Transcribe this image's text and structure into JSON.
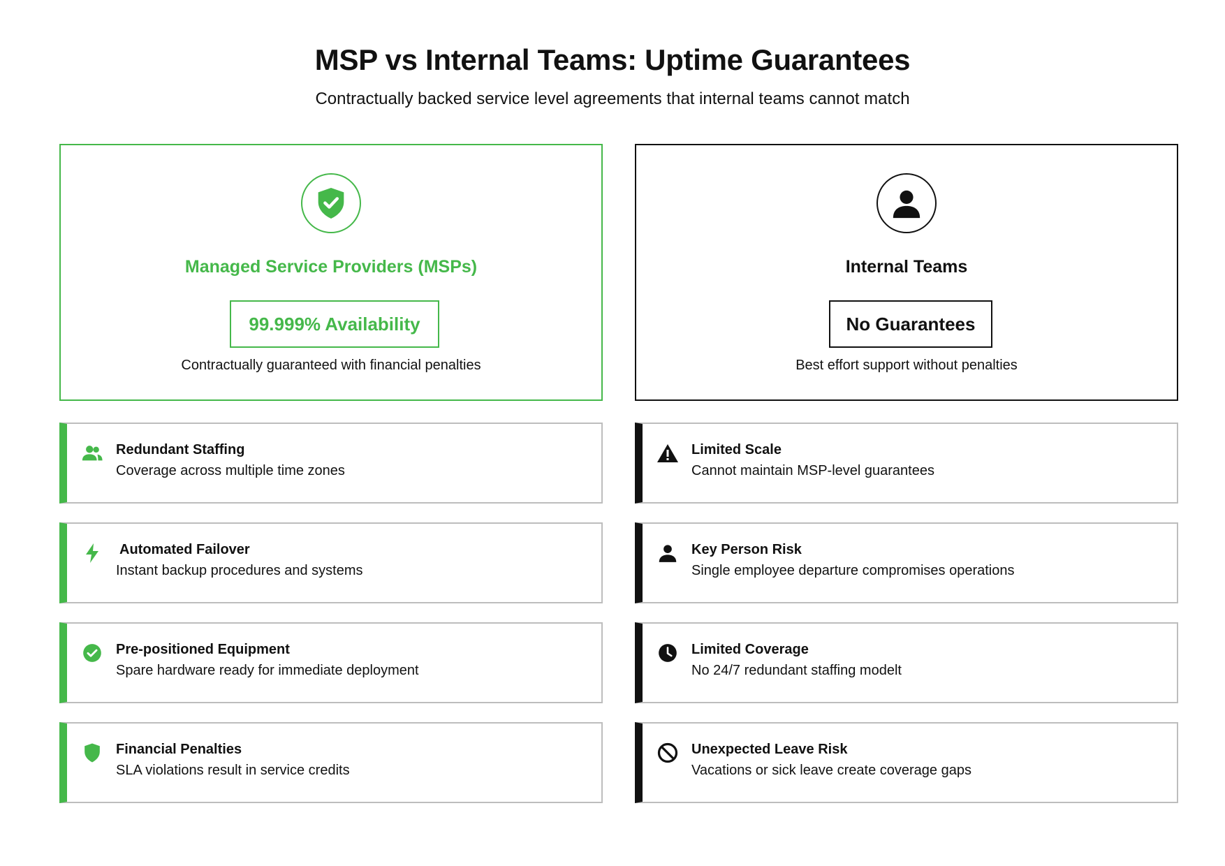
{
  "header": {
    "title": "MSP vs Internal Teams: Uptime Guarantees",
    "subtitle": "Contractually backed service level agreements that internal teams cannot match"
  },
  "colors": {
    "accent_green": "#45b84a",
    "dark": "#111111",
    "card_border": "#bdbdbd"
  },
  "msp": {
    "icon": "shield-check-icon",
    "heading": "Managed Service Providers (MSPs)",
    "badge": "99.999% Availability",
    "description": "Contractually guaranteed with financial penalties",
    "features": [
      {
        "icon": "users-icon",
        "title": "Redundant Staffing",
        "description": "Coverage across multiple time zones"
      },
      {
        "icon": "lightning-icon",
        "title": "Automated Failover",
        "description": "Instant backup procedures and systems"
      },
      {
        "icon": "check-circle-icon",
        "title": "Pre-positioned Equipment",
        "description": "Spare hardware ready for immediate deployment"
      },
      {
        "icon": "shield-icon",
        "title": "Financial Penalties",
        "description": "SLA violations result in service credits"
      }
    ]
  },
  "internal": {
    "icon": "person-icon",
    "heading": "Internal Teams",
    "badge": "No Guarantees",
    "description": "Best effort support without penalties",
    "features": [
      {
        "icon": "warning-icon",
        "title": "Limited Scale",
        "description": "Cannot maintain MSP-level guarantees"
      },
      {
        "icon": "person-icon",
        "title": "Key Person Risk",
        "description": "Single employee departure compromises operations"
      },
      {
        "icon": "clock-icon",
        "title": "Limited Coverage",
        "description": "No 24/7 redundant staffing modelt"
      },
      {
        "icon": "block-icon",
        "title": "Unexpected Leave Risk",
        "description": "Vacations or sick leave create coverage gaps"
      }
    ]
  }
}
